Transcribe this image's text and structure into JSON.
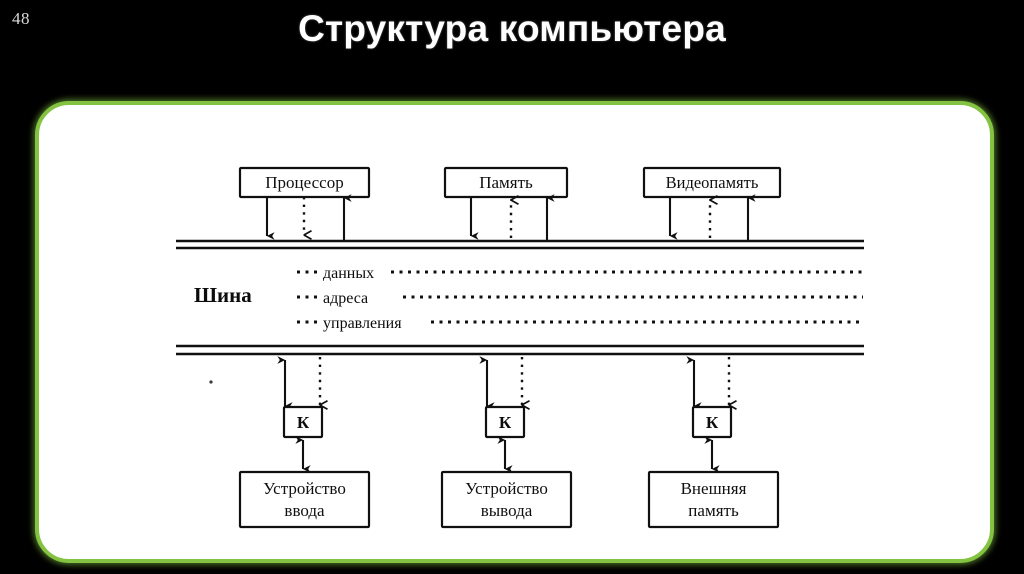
{
  "slide": {
    "number": "48",
    "title": "Структура компьютера",
    "accent_color": "#83c341",
    "background_color": "#000000",
    "panel_color": "#ffffff",
    "title_color": "#ffffff",
    "number_color": "#d8d8d8"
  },
  "diagram": {
    "top_components": [
      {
        "label": "Процессор"
      },
      {
        "label": "Память"
      },
      {
        "label": "Видеопамять"
      }
    ],
    "bus": {
      "title": "Шина",
      "lines": [
        {
          "label": "данных"
        },
        {
          "label": "адреса"
        },
        {
          "label": "управления"
        }
      ]
    },
    "controllers": [
      {
        "label": "К"
      },
      {
        "label": "К"
      },
      {
        "label": "К"
      }
    ],
    "peripherals": [
      {
        "line1": "Устройство",
        "line2": "ввода"
      },
      {
        "line1": "Устройство",
        "line2": "вывода"
      },
      {
        "line1": "Внешняя",
        "line2": "память"
      }
    ]
  }
}
